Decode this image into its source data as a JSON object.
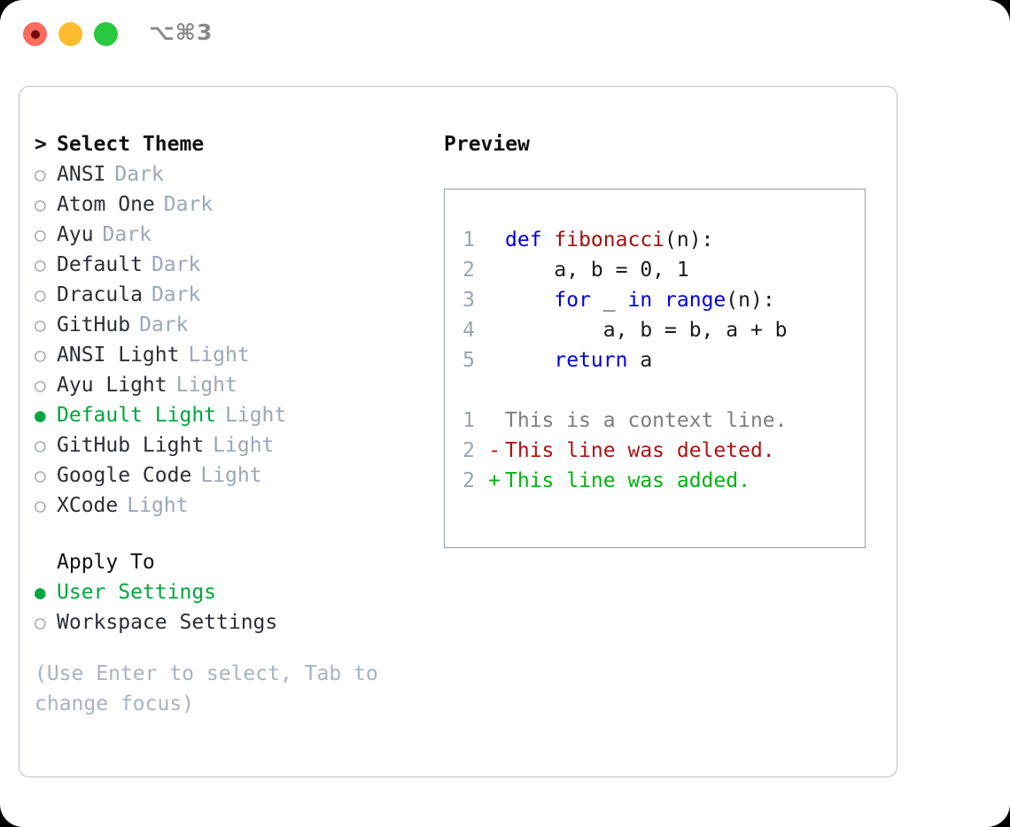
{
  "titlebar": {
    "shortcut": "⌥⌘3",
    "buttons": [
      "close",
      "minimize",
      "maximize"
    ]
  },
  "theme_panel": {
    "heading": "Select Theme",
    "caret": ">",
    "bullet_unselected": "○",
    "bullet_selected": "●",
    "selected_color": "#00a63e",
    "items": [
      {
        "label": "ANSI",
        "tag": "Dark",
        "selected": false
      },
      {
        "label": "Atom One",
        "tag": "Dark",
        "selected": false
      },
      {
        "label": "Ayu",
        "tag": "Dark",
        "selected": false
      },
      {
        "label": "Default",
        "tag": "Dark",
        "selected": false
      },
      {
        "label": "Dracula",
        "tag": "Dark",
        "selected": false
      },
      {
        "label": "GitHub",
        "tag": "Dark",
        "selected": false
      },
      {
        "label": "ANSI Light",
        "tag": "Light",
        "selected": false
      },
      {
        "label": "Ayu Light",
        "tag": "Light",
        "selected": false
      },
      {
        "label": "Default Light",
        "tag": "Light",
        "selected": true
      },
      {
        "label": "GitHub Light",
        "tag": "Light",
        "selected": false
      },
      {
        "label": "Google Code",
        "tag": "Light",
        "selected": false
      },
      {
        "label": "XCode",
        "tag": "Light",
        "selected": false
      }
    ]
  },
  "apply_to": {
    "heading": "Apply To",
    "items": [
      {
        "label": "User Settings",
        "selected": true
      },
      {
        "label": "Workspace Settings",
        "selected": false
      }
    ]
  },
  "hint": "(Use Enter to select, Tab to change focus)",
  "preview": {
    "title": "Preview",
    "code_lines": [
      {
        "num": "1",
        "marker": "",
        "parts": [
          {
            "text": "def ",
            "style": "kw"
          },
          {
            "text": "fibonacci",
            "style": "fn"
          },
          {
            "text": "(n):",
            "style": "code-text"
          }
        ]
      },
      {
        "num": "2",
        "marker": "",
        "parts": [
          {
            "text": "    a, b = 0, 1",
            "style": "code-text"
          }
        ]
      },
      {
        "num": "3",
        "marker": "",
        "parts": [
          {
            "text": "    ",
            "style": "code-text"
          },
          {
            "text": "for",
            "style": "kw"
          },
          {
            "text": " _ ",
            "style": "code-text"
          },
          {
            "text": "in",
            "style": "kw"
          },
          {
            "text": " ",
            "style": "code-text"
          },
          {
            "text": "range",
            "style": "kw"
          },
          {
            "text": "(n):",
            "style": "code-text"
          }
        ]
      },
      {
        "num": "4",
        "marker": "",
        "parts": [
          {
            "text": "        a, b = b, a + b",
            "style": "code-text"
          }
        ]
      },
      {
        "num": "5",
        "marker": "",
        "parts": [
          {
            "text": "    ",
            "style": "code-text"
          },
          {
            "text": "return",
            "style": "kw"
          },
          {
            "text": " a",
            "style": "code-text"
          }
        ]
      }
    ],
    "diff_lines": [
      {
        "num": "1",
        "marker": "",
        "text": "This is a context line.",
        "style": "ctx"
      },
      {
        "num": "2",
        "marker": "-",
        "text": "This line was deleted.",
        "style": "del"
      },
      {
        "num": "2",
        "marker": "+",
        "text": "This line was added.",
        "style": "add"
      }
    ]
  }
}
